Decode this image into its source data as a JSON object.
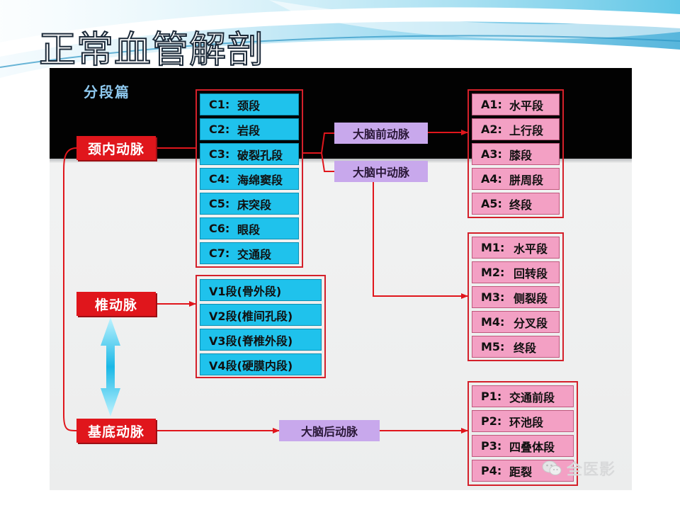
{
  "slide": {
    "title": "正常血管解剖",
    "heading": "分段篇",
    "watermark": "全医影"
  },
  "arteries": {
    "ica": "颈内动脉",
    "va": "椎动脉",
    "ba": "基底动脉"
  },
  "ica_segments": [
    {
      "code": "C1:",
      "name": "颈段"
    },
    {
      "code": "C2:",
      "name": "岩段"
    },
    {
      "code": "C3:",
      "name": "破裂孔段"
    },
    {
      "code": "C4:",
      "name": "海绵窦段"
    },
    {
      "code": "C5:",
      "name": "床突段"
    },
    {
      "code": "C6:",
      "name": "眼段"
    },
    {
      "code": "C7:",
      "name": "交通段"
    }
  ],
  "va_segments": [
    {
      "code": "V1段",
      "name": "(骨外段)"
    },
    {
      "code": "V2段",
      "name": "(椎间孔段)"
    },
    {
      "code": "V3段",
      "name": "(脊椎外段)"
    },
    {
      "code": "V4段",
      "name": "(硬膜内段)"
    }
  ],
  "branches": {
    "aca": "大脑前动脉",
    "mca": "大脑中动脉",
    "pca": "大脑后动脉"
  },
  "aca_segments": [
    {
      "code": "A1:",
      "name": "水平段"
    },
    {
      "code": "A2:",
      "name": "上行段"
    },
    {
      "code": "A3:",
      "name": "膝段"
    },
    {
      "code": "A4:",
      "name": "胼周段"
    },
    {
      "code": "A5:",
      "name": "终段"
    }
  ],
  "mca_segments": [
    {
      "code": "M1:",
      "name": "水平段"
    },
    {
      "code": "M2:",
      "name": "回转段"
    },
    {
      "code": "M3:",
      "name": "侧裂段"
    },
    {
      "code": "M4:",
      "name": "分叉段"
    },
    {
      "code": "M5:",
      "name": "终段"
    }
  ],
  "pca_segments": [
    {
      "code": "P1:",
      "name": "交通前段"
    },
    {
      "code": "P2:",
      "name": "环池段"
    },
    {
      "code": "P3:",
      "name": "四叠体段"
    },
    {
      "code": "P4:",
      "name": "距裂"
    }
  ],
  "colors": {
    "artery": "#e0161c",
    "segment_cyan": "#1fc2ec",
    "branch_violet": "#c8a8ec",
    "segment_pink": "#f3a0c4",
    "frame_red": "#d4202a",
    "connector_red": "#e0161c",
    "band_black": "#020202",
    "banner_blue": "#5fc6e6"
  },
  "icons": {
    "watermark": "wechat-icon",
    "junction": "double-arrow-icon"
  }
}
